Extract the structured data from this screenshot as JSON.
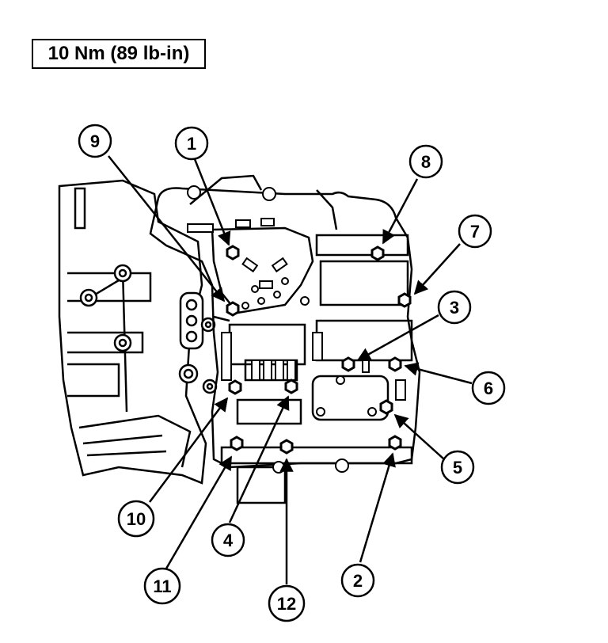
{
  "torque_spec": "10 Nm (89 lb-in)",
  "callouts": [
    {
      "label": "1"
    },
    {
      "label": "2"
    },
    {
      "label": "3"
    },
    {
      "label": "4"
    },
    {
      "label": "5"
    },
    {
      "label": "6"
    },
    {
      "label": "7"
    },
    {
      "label": "8"
    },
    {
      "label": "9"
    },
    {
      "label": "10"
    },
    {
      "label": "11"
    },
    {
      "label": "12"
    }
  ],
  "colors": {
    "ink": "#000000",
    "paper": "#ffffff"
  }
}
